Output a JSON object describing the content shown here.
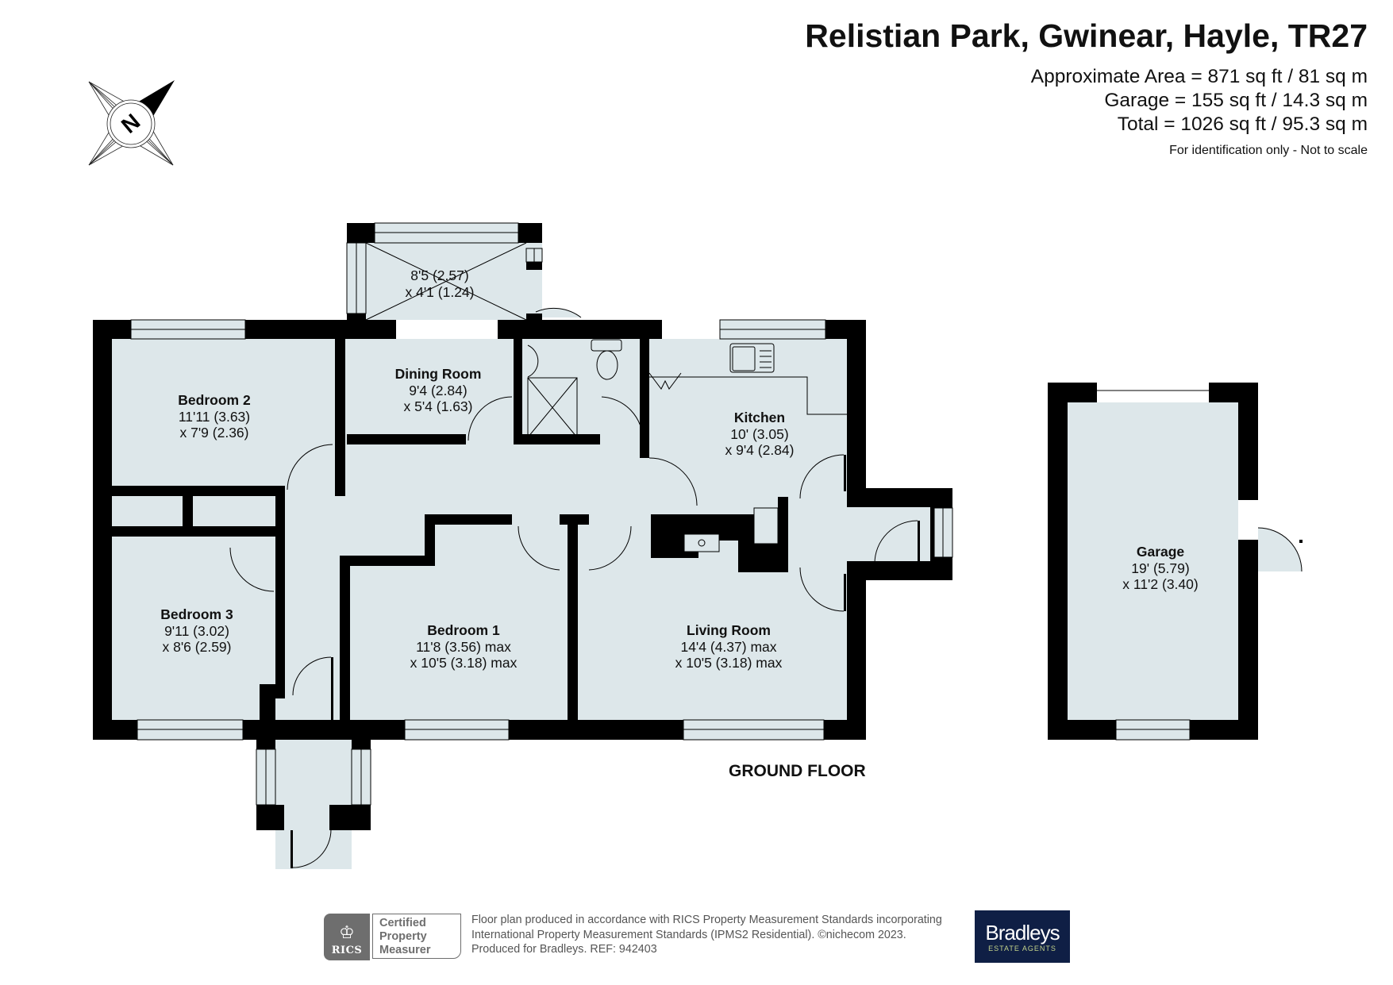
{
  "header": {
    "title": "Relistian Park, Gwinear, Hayle, TR27",
    "areas": [
      "Approximate Area = 871 sq ft / 81 sq m",
      "Garage = 155 sq ft / 14.3 sq m",
      "Total = 1026 sq ft / 95.3 sq m"
    ],
    "disclaimer": "For identification only - Not to scale"
  },
  "compass": {
    "icon": "north-arrow-compass-icon",
    "letter": "N"
  },
  "colors": {
    "floor": "#dde7ea",
    "wall": "#000000",
    "brand_bg": "#0f1f45",
    "brand_sub": "#c4d38a",
    "rics_grey": "#6e6e6e"
  },
  "rooms": {
    "porch": {
      "name": "",
      "dim1": "8'5 (2.57)",
      "dim2": "x 4'1 (1.24)"
    },
    "dining": {
      "name": "Dining Room",
      "dim1": "9'4 (2.84)",
      "dim2": "x 5'4 (1.63)"
    },
    "bedroom2": {
      "name": "Bedroom 2",
      "dim1": "11'11 (3.63)",
      "dim2": "x 7'9 (2.36)"
    },
    "kitchen": {
      "name": "Kitchen",
      "dim1": "10' (3.05)",
      "dim2": "x 9'4 (2.84)"
    },
    "bedroom3": {
      "name": "Bedroom 3",
      "dim1": "9'11 (3.02)",
      "dim2": "x 8'6 (2.59)"
    },
    "bedroom1": {
      "name": "Bedroom 1",
      "dim1": "11'8 (3.56) max",
      "dim2": "x 10'5 (3.18) max"
    },
    "living": {
      "name": "Living Room",
      "dim1": "14'4 (4.37) max",
      "dim2": "x 10'5 (3.18) max"
    },
    "garage": {
      "name": "Garage",
      "dim1": "19' (5.79)",
      "dim2": "x 11'2 (3.40)"
    }
  },
  "floor_label": "GROUND FLOOR",
  "footer": {
    "rics": {
      "abbr": "RICS",
      "line1": "Certified",
      "line2": "Property",
      "line3": "Measurer"
    },
    "text_lines": [
      "Floor plan produced in accordance with RICS Property Measurement Standards incorporating",
      "International Property Measurement Standards (IPMS2 Residential).   ©nichecom 2023.",
      "Produced for Bradleys.   REF: 942403"
    ],
    "brand": {
      "name": "Bradleys",
      "sub": "ESTATE AGENTS"
    }
  }
}
